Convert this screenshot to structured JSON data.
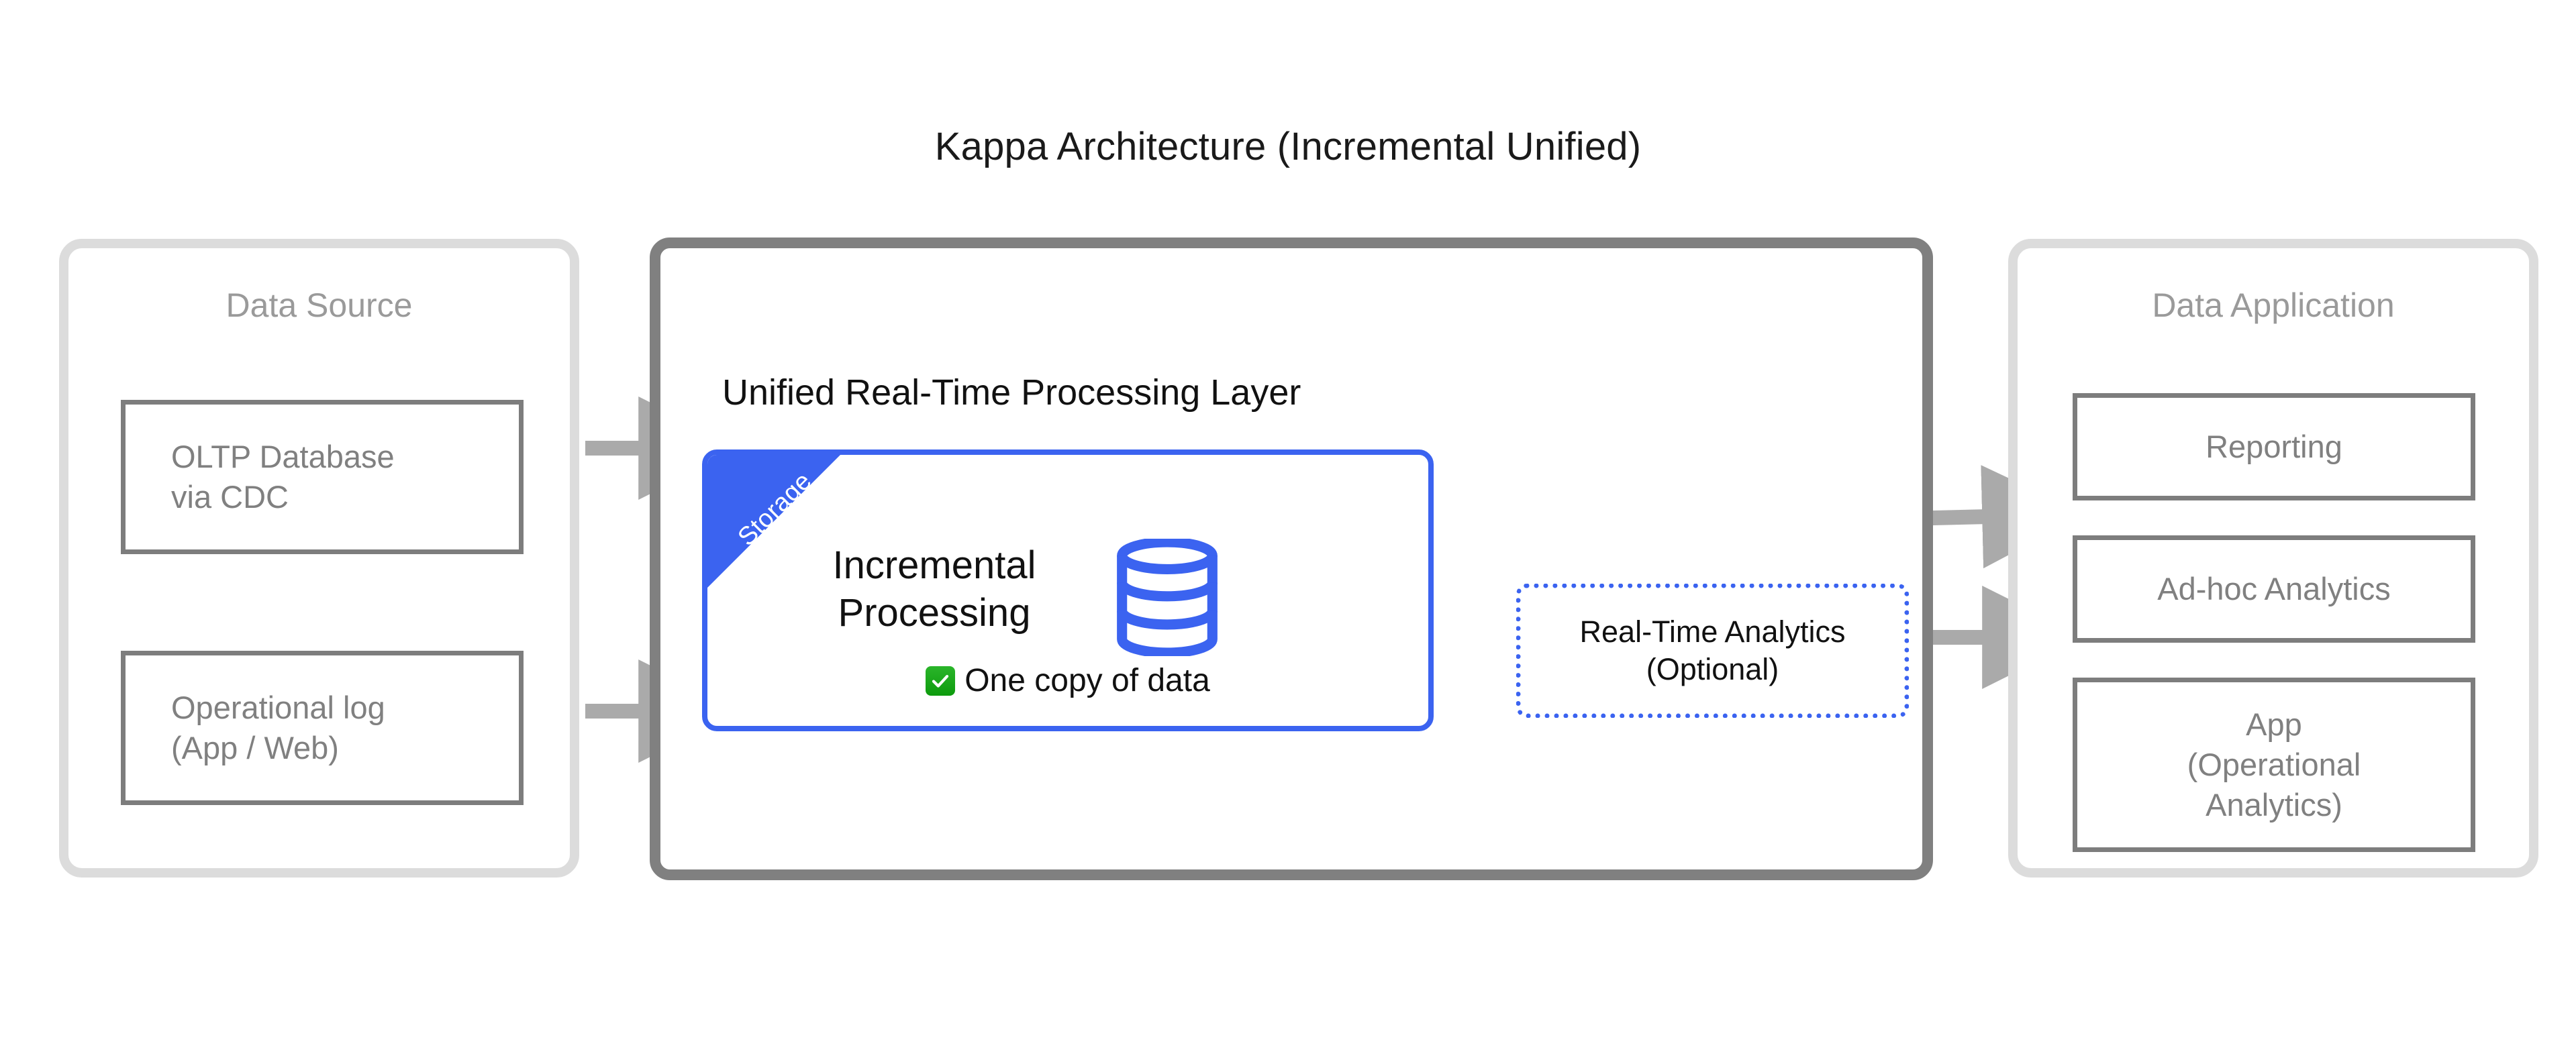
{
  "title": "Kappa Architecture (Incremental Unified)",
  "palette": {
    "accent_blue": "#3B63F0",
    "panel_gray": "#DCDCDC",
    "center_border_gray": "#808080",
    "box_border_gray": "#7D7D7D",
    "muted_text_gray": "#909090",
    "arrow_gray": "#AAAAAA",
    "check_green": "#16A516",
    "text_black": "#111111"
  },
  "data_source": {
    "heading": "Data Source",
    "boxes": [
      {
        "line1": "OLTP Database",
        "line2": "via CDC"
      },
      {
        "line1": "Operational log",
        "line2": "(App / Web)"
      }
    ]
  },
  "processing": {
    "heading": "Unified Real-Time Processing Layer",
    "storage_badge": "Storage",
    "core_box": {
      "title_line1": "Incremental",
      "title_line2": "Processing",
      "icon": "database-cylinder-icon",
      "note_icon": "green-check-icon",
      "note": "One copy of data"
    },
    "optional_box": {
      "line1": "Real-Time Analytics",
      "line2": "(Optional)",
      "style": "dotted"
    }
  },
  "data_application": {
    "heading": "Data Application",
    "boxes": [
      {
        "line1": "Reporting",
        "line2": "",
        "line3": ""
      },
      {
        "line1": "Ad-hoc Analytics",
        "line2": "",
        "line3": ""
      },
      {
        "line1": "App",
        "line2": "(Operational",
        "line3": "Analytics)"
      }
    ]
  },
  "flows": [
    {
      "name": "oltp-to-processing",
      "from": "OLTP Database via CDC",
      "to": "Unified Real-Time Processing Layer"
    },
    {
      "name": "oplog-to-processing",
      "from": "Operational log (App / Web)",
      "to": "Unified Real-Time Processing Layer"
    },
    {
      "name": "processing-to-application",
      "from": "Incremental Processing",
      "to": "Data Application"
    },
    {
      "name": "processing-to-realtime-analytics",
      "from": "Incremental Processing",
      "to": "Real-Time Analytics (Optional)"
    },
    {
      "name": "realtime-analytics-to-application",
      "from": "Real-Time Analytics (Optional)",
      "to": "Data Application"
    }
  ]
}
